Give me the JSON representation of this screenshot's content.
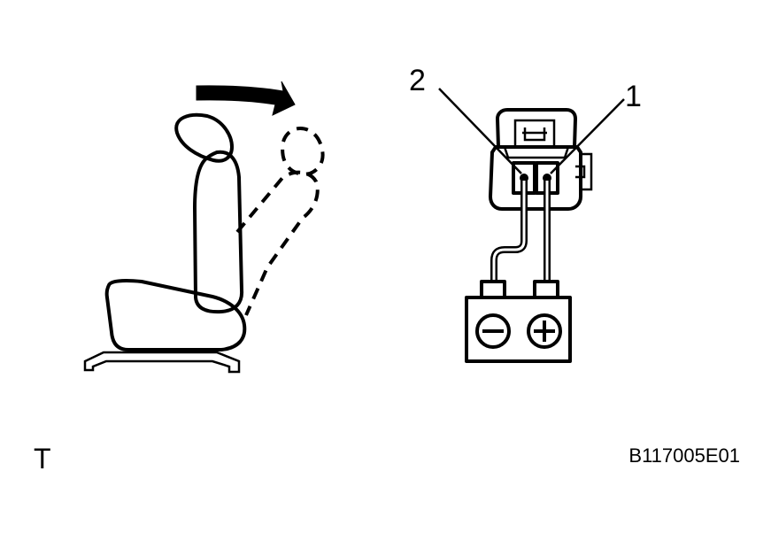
{
  "figure": {
    "callouts": {
      "terminal_2": "2",
      "terminal_1": "1"
    },
    "corner_mark": "T",
    "figure_id": "B117005E01"
  },
  "icons": {
    "battery_negative": "minus-icon",
    "battery_positive": "plus-icon",
    "motion": "curved-arrow-icon"
  },
  "colors": {
    "ink": "#000000",
    "background": "#ffffff"
  }
}
